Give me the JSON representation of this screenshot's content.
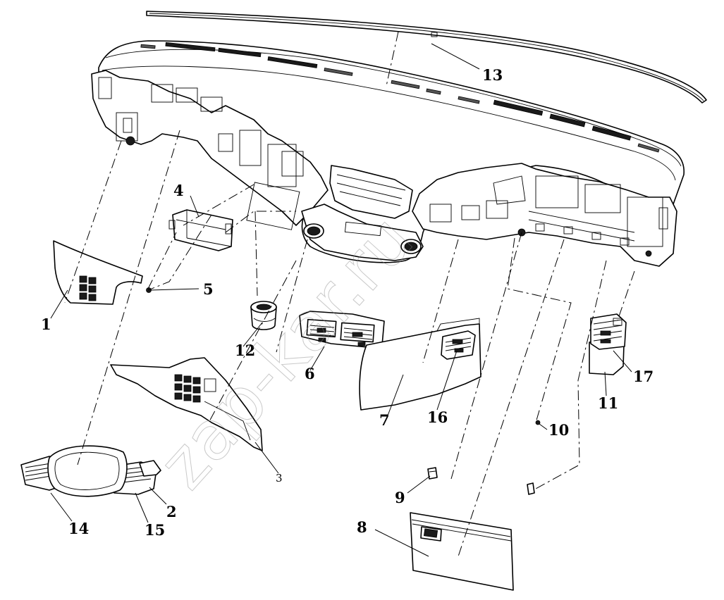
{
  "watermark": "zap-kar.ru",
  "callouts": [
    "1",
    "2",
    "3",
    "4",
    "5",
    "6",
    "7",
    "8",
    "9",
    "10",
    "11",
    "12",
    "13",
    "14",
    "15",
    "16",
    "17"
  ]
}
